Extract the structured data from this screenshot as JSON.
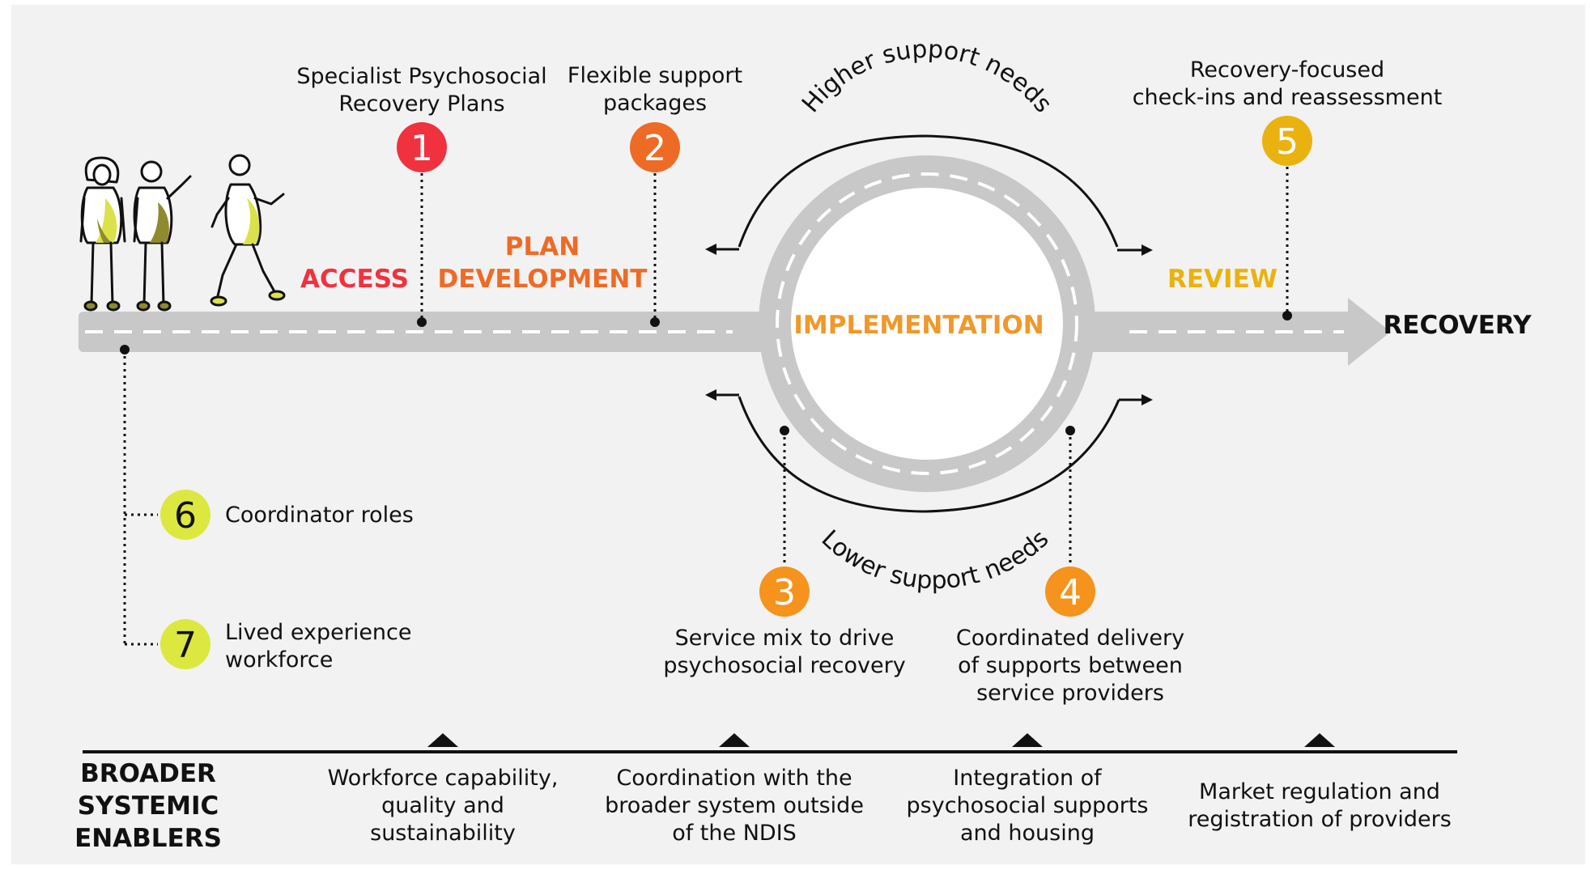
{
  "colors": {
    "background": "#f2f2f2",
    "road": "#c8c8c8",
    "road_dash": "#ffffff",
    "access": "#f0323f",
    "plan": "#ee6b25",
    "implementation": "#f0982a",
    "review": "#e9b20e",
    "badge_1": "#f0323f",
    "badge_2": "#ee6b25",
    "badge_3": "#f5931c",
    "badge_4": "#f5931c",
    "badge_5": "#e9b20e",
    "badge_6": "#dce840",
    "badge_7": "#dce840",
    "people_fill": "#dbe14a",
    "people_shadow": "#8f8a2d"
  },
  "stages": {
    "access": "ACCESS",
    "plan_line1": "PLAN",
    "plan_line2": "DEVELOPMENT",
    "implementation": "IMPLEMENTATION",
    "review": "REVIEW",
    "recovery": "RECOVERY"
  },
  "loop": {
    "higher": "Higher support needs",
    "lower": "Lower support needs"
  },
  "points": {
    "p1": {
      "number": "1",
      "line1": "Specialist Psychosocial",
      "line2": "Recovery Plans"
    },
    "p2": {
      "number": "2",
      "line1": "Flexible support",
      "line2": "packages"
    },
    "p3": {
      "number": "3",
      "line1": "Service mix to drive",
      "line2": "psychosocial recovery"
    },
    "p4": {
      "number": "4",
      "line1": "Coordinated delivery",
      "line2": "of supports between",
      "line3": "service providers"
    },
    "p5": {
      "number": "5",
      "line1": "Recovery-focused",
      "line2": "check-ins and reassessment"
    },
    "p6": {
      "number": "6",
      "line1": "Coordinator roles"
    },
    "p7": {
      "number": "7",
      "line1": "Lived experience",
      "line2": "workforce"
    }
  },
  "enablers": {
    "heading_line1": "BROADER",
    "heading_line2": "SYSTEMIC",
    "heading_line3": "ENABLERS",
    "e1": {
      "line1": "Workforce capability,",
      "line2": "quality and",
      "line3": "sustainability"
    },
    "e2": {
      "line1": "Coordination with the",
      "line2": "broader system outside",
      "line3": "of the NDIS"
    },
    "e3": {
      "line1": "Integration of",
      "line2": "psychosocial supports",
      "line3": "and housing"
    },
    "e4": {
      "line1": "Market regulation and",
      "line2": "registration of providers"
    }
  },
  "icons": {
    "people": "people-walking-icon",
    "arrow": "arrow-right-icon"
  }
}
